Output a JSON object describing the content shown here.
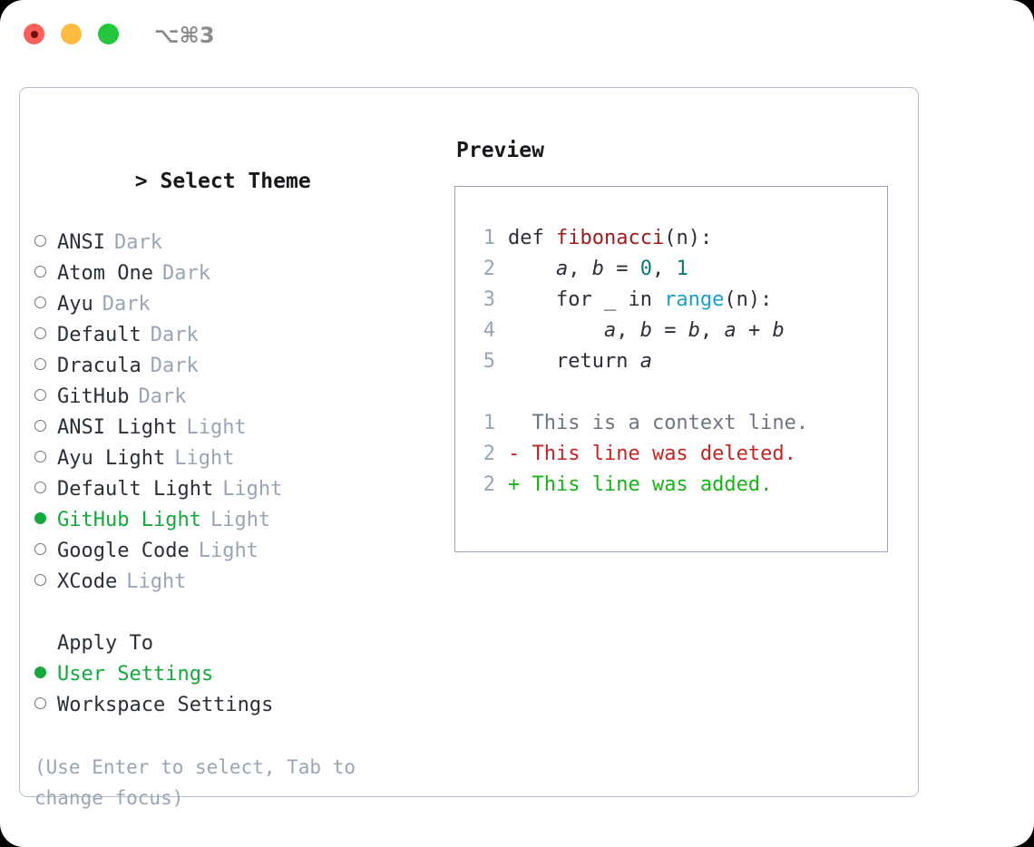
{
  "window": {
    "traffic_lights": [
      "close-red",
      "minimize-amber",
      "maximize-green"
    ],
    "shortcut": "⌥⌘3",
    "colors": {
      "red": "#fc6058",
      "amber": "#fdbc40",
      "green": "#24c63e",
      "accent_green": "#15a83c",
      "muted": "#9aa5b4",
      "border": "#b6bfcb"
    }
  },
  "theme_picker": {
    "caret": ">",
    "title": "Select Theme",
    "items": [
      {
        "name": "ANSI",
        "tag": "Dark",
        "selected": false
      },
      {
        "name": "Atom One",
        "tag": "Dark",
        "selected": false
      },
      {
        "name": "Ayu",
        "tag": "Dark",
        "selected": false
      },
      {
        "name": "Default",
        "tag": "Dark",
        "selected": false
      },
      {
        "name": "Dracula",
        "tag": "Dark",
        "selected": false
      },
      {
        "name": "GitHub",
        "tag": "Dark",
        "selected": false
      },
      {
        "name": "ANSI Light",
        "tag": "Light",
        "selected": false
      },
      {
        "name": "Ayu Light",
        "tag": "Light",
        "selected": false
      },
      {
        "name": "Default Light",
        "tag": "Light",
        "selected": false
      },
      {
        "name": "GitHub Light",
        "tag": "Light",
        "selected": true
      },
      {
        "name": "Google Code",
        "tag": "Light",
        "selected": false
      },
      {
        "name": "XCode",
        "tag": "Light",
        "selected": false
      }
    ]
  },
  "apply_to": {
    "heading": "Apply To",
    "options": [
      {
        "name": "User Settings",
        "selected": true
      },
      {
        "name": "Workspace Settings",
        "selected": false
      }
    ]
  },
  "hint": "(Use Enter to select, Tab to change focus)",
  "preview": {
    "title": "Preview",
    "code_lines": [
      {
        "number": "1",
        "tokens": [
          {
            "text": "def ",
            "type": "plain"
          },
          {
            "text": "fibonacci",
            "type": "fn"
          },
          {
            "text": "(n):",
            "type": "plain"
          }
        ]
      },
      {
        "number": "2",
        "tokens": [
          {
            "text": "    ",
            "type": "plain"
          },
          {
            "text": "a",
            "type": "var"
          },
          {
            "text": ", ",
            "type": "plain"
          },
          {
            "text": "b",
            "type": "var"
          },
          {
            "text": " = ",
            "type": "plain"
          },
          {
            "text": "0",
            "type": "num"
          },
          {
            "text": ", ",
            "type": "plain"
          },
          {
            "text": "1",
            "type": "num"
          }
        ]
      },
      {
        "number": "3",
        "tokens": [
          {
            "text": "    for _ in ",
            "type": "plain"
          },
          {
            "text": "range",
            "type": "builtin"
          },
          {
            "text": "(n):",
            "type": "plain"
          }
        ]
      },
      {
        "number": "4",
        "tokens": [
          {
            "text": "        ",
            "type": "plain"
          },
          {
            "text": "a",
            "type": "var"
          },
          {
            "text": ", ",
            "type": "plain"
          },
          {
            "text": "b",
            "type": "var"
          },
          {
            "text": " = ",
            "type": "plain"
          },
          {
            "text": "b",
            "type": "var"
          },
          {
            "text": ", ",
            "type": "plain"
          },
          {
            "text": "a",
            "type": "var"
          },
          {
            "text": " + ",
            "type": "plain"
          },
          {
            "text": "b",
            "type": "var"
          }
        ]
      },
      {
        "number": "5",
        "tokens": [
          {
            "text": "    return ",
            "type": "plain"
          },
          {
            "text": "a",
            "type": "var"
          }
        ]
      }
    ],
    "diff_lines": [
      {
        "number": "1",
        "marker": " ",
        "text": " This is a context line.",
        "kind": "context"
      },
      {
        "number": "2",
        "marker": "-",
        "text": " This line was deleted.",
        "kind": "deleted"
      },
      {
        "number": "2",
        "marker": "+",
        "text": " This line was added.",
        "kind": "added"
      }
    ]
  }
}
